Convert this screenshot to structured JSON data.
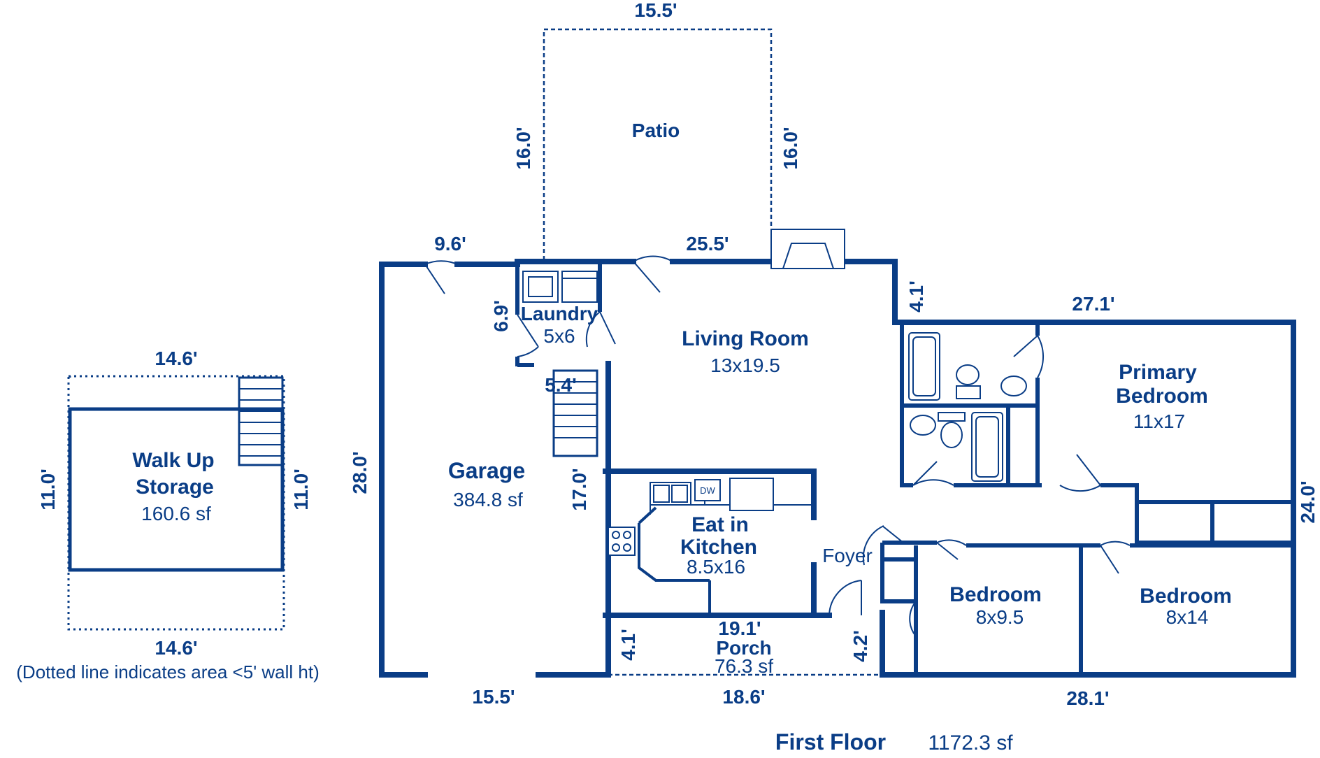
{
  "floor": {
    "title": "First Floor",
    "area": "1172.3 sf"
  },
  "rooms": {
    "patio": "Patio",
    "laundry_name": "Laundry",
    "laundry_size": "5x6",
    "living_name": "Living Room",
    "living_size": "13x19.5",
    "primary_line1": "Primary",
    "primary_line2": "Bedroom",
    "primary_size": "11x17",
    "garage_name": "Garage",
    "garage_size": "384.8 sf",
    "kitchen_line1": "Eat in",
    "kitchen_line2": "Kitchen",
    "kitchen_size": "8.5x16",
    "foyer": "Foyer",
    "bedroom2_name": "Bedroom",
    "bedroom2_size": "8x9.5",
    "bedroom3_name": "Bedroom",
    "bedroom3_size": "8x14",
    "porch_name": "Porch",
    "porch_size": "76.3 sf",
    "storage_line1": "Walk Up",
    "storage_line2": "Storage",
    "storage_size": "160.6 sf"
  },
  "fixtures": {
    "dishwasher": "DW"
  },
  "dimensions": {
    "patio_top": "15.5'",
    "patio_left": "16.0'",
    "patio_right": "16.0'",
    "garage_top": "9.6'",
    "living_top": "25.5'",
    "step_right": "4.1'",
    "primary_top": "27.1'",
    "laundry_side": "6.9'",
    "stair_width": "5.4'",
    "garage_side": "28.0'",
    "garage_inner": "17.0'",
    "right_side": "24.0'",
    "kitchen_bottom": "19.1'",
    "porch_left": "4.1'",
    "porch_right": "4.2'",
    "garage_bottom": "15.5'",
    "porch_bottom": "18.6'",
    "bedrooms_bottom": "28.1'",
    "storage_top": "14.6'",
    "storage_bottom": "14.6'",
    "storage_left": "11.0'",
    "storage_right": "11.0'"
  },
  "note": "(Dotted line indicates area <5' wall ht)"
}
